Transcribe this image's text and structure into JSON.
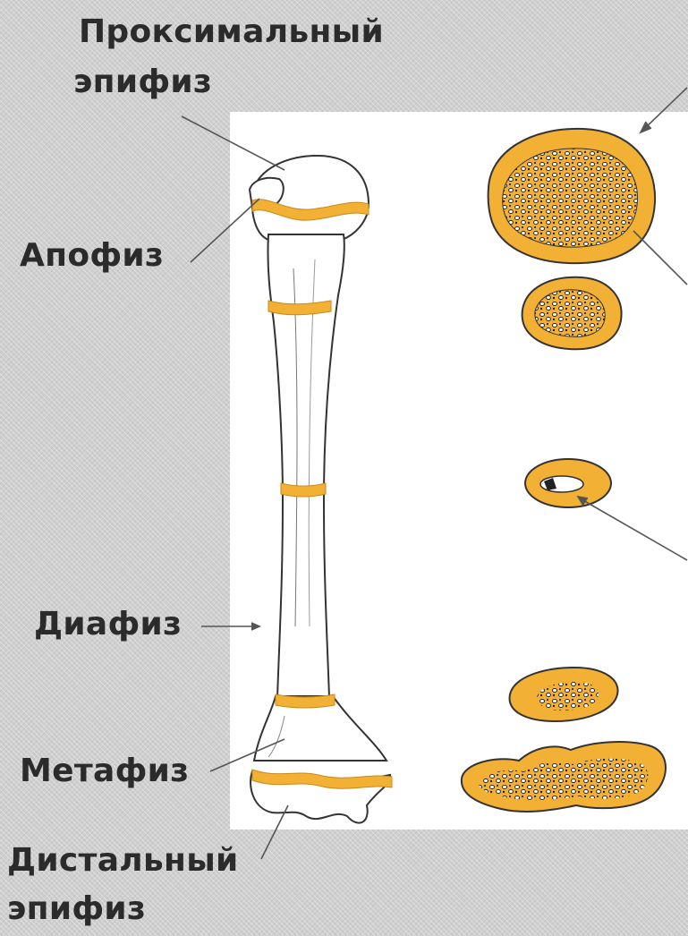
{
  "labels": {
    "proximal_line1": "Проксимальный",
    "proximal_line2": "эпифиз",
    "apophysis": "Апофиз",
    "diaphysis": "Диафиз",
    "metaphysis": "Метафиз",
    "distal_line1": "Дистальный",
    "distal_line2": "эпифиз"
  },
  "colors": {
    "bone_fill": "#ffffff",
    "bone_outline": "#333333",
    "growth_band": "#f2b135",
    "section_fill": "#f2b135",
    "label_text": "#2b2b2b",
    "leader_line": "#555555",
    "background": "#cfcfcf"
  }
}
